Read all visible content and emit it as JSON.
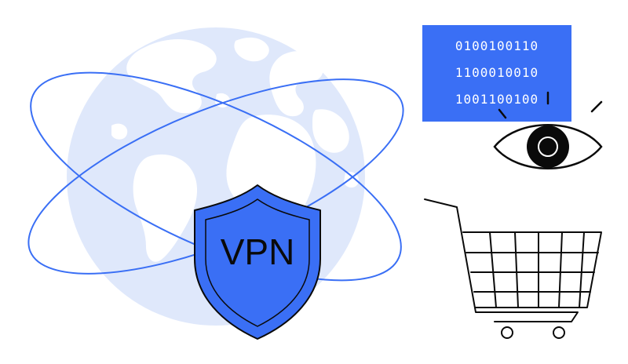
{
  "illustration": {
    "shield": {
      "label": "VPN"
    },
    "binary_panel": {
      "lines": [
        "0100100110",
        "1100010010",
        "1001100100"
      ]
    },
    "colors": {
      "accent_blue": "#3a6ff5",
      "globe_fill": "#dfe8fb",
      "continent_fill": "#ffffff",
      "orbit_stroke": "#3a6ff5",
      "outline": "#0a0a0a"
    },
    "icons": [
      "globe-icon",
      "orbit-ring-icon",
      "vpn-shield-icon",
      "binary-data-icon",
      "eye-icon",
      "shopping-cart-icon"
    ]
  }
}
